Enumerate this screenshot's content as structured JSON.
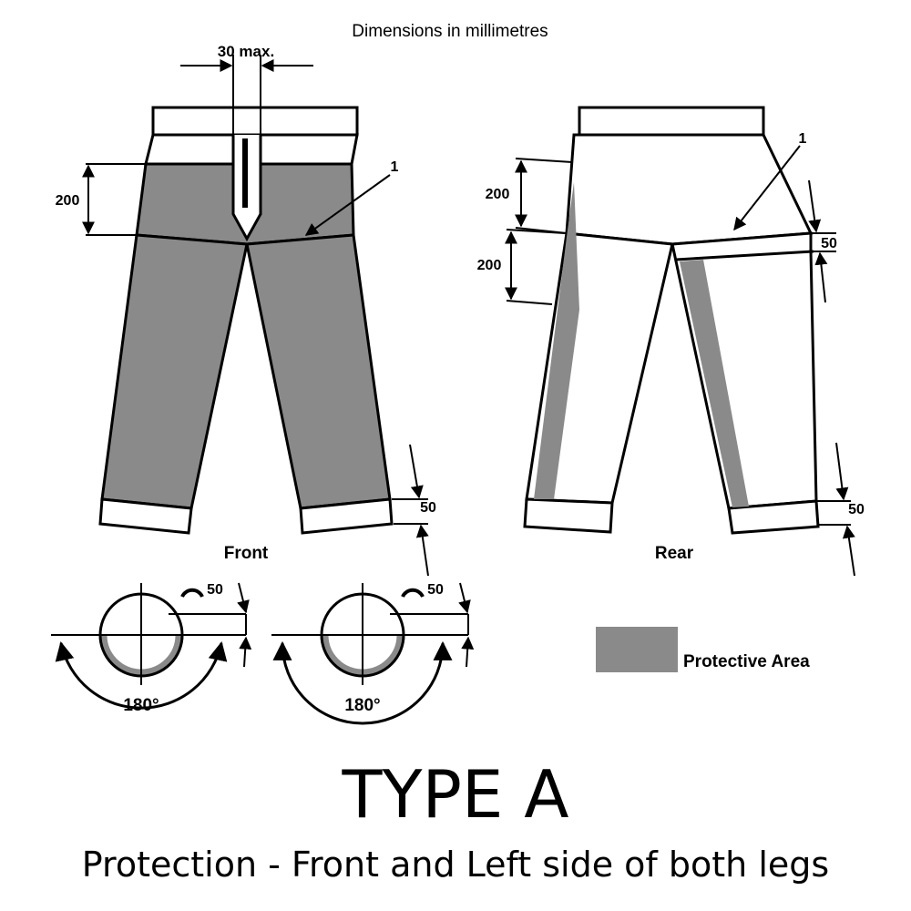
{
  "header": {
    "note": "Dimensions in millimetres"
  },
  "colors": {
    "protective": "#8a8a8a",
    "stroke": "#000000",
    "background": "#ffffff"
  },
  "front": {
    "label": "Front",
    "fly_dimension": "30 max.",
    "crotch_dimension": "200",
    "hem_dimension": "50",
    "callout": "1"
  },
  "rear": {
    "label": "Rear",
    "upper_dimension": "200",
    "lower_dimension": "200",
    "seat_dimension": "50",
    "hem_dimension": "50",
    "callout": "1"
  },
  "cross_sections": [
    {
      "angle_label": "180°",
      "offset_label": "50"
    },
    {
      "angle_label": "180°",
      "offset_label": "50"
    }
  ],
  "legend": {
    "label": "Protective Area"
  },
  "footer": {
    "title": "TYPE A",
    "subtitle": "Protection - Front and Left side of both legs"
  }
}
